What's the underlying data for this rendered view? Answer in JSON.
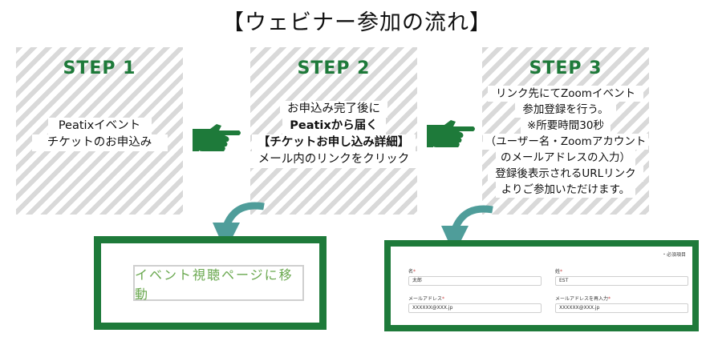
{
  "title": "【ウェビナー参加の流れ】",
  "colors": {
    "accent_green": "#1e7a3a",
    "teal_arrow": "#4f9d9a",
    "stripe_gray": "#d9d9d9",
    "button_text": "#6aa84f"
  },
  "steps": [
    {
      "label": "STEP 1",
      "lines": [
        "Peatixイベント",
        "チケットのお申込み"
      ]
    },
    {
      "label": "STEP 2",
      "lines": [
        "お申込み完了後に",
        "Peatixから届く",
        "【チケットお申し込み詳細】",
        "メール内のリンクをクリック"
      ]
    },
    {
      "label": "STEP 3",
      "lines": [
        "リンク先にてZoomイベント",
        "参加登録を行う。",
        "※所要時間30秒",
        "（ユーザー名・Zoomアカウント",
        "のメールアドレスの入力）",
        "登録後表示されるURLリンク",
        "よりご参加いただけます。"
      ]
    }
  ],
  "icons": [
    "pointing-hand-right-icon",
    "pointing-hand-right-icon",
    "curved-arrow-down-left-icon",
    "curved-arrow-down-left-icon"
  ],
  "screenshot1": {
    "button_label": "イベント視聴ページに移動"
  },
  "screenshot2": {
    "required_note": "・必須項目",
    "fields": [
      {
        "label": "名",
        "value": "太郎"
      },
      {
        "label": "姓",
        "value": "EST"
      },
      {
        "label": "メールアドレス",
        "value": "XXXXXX@XXX.jp"
      },
      {
        "label": "メールアドレスを再入力",
        "value": "XXXXXX@XXX.jp"
      }
    ]
  }
}
